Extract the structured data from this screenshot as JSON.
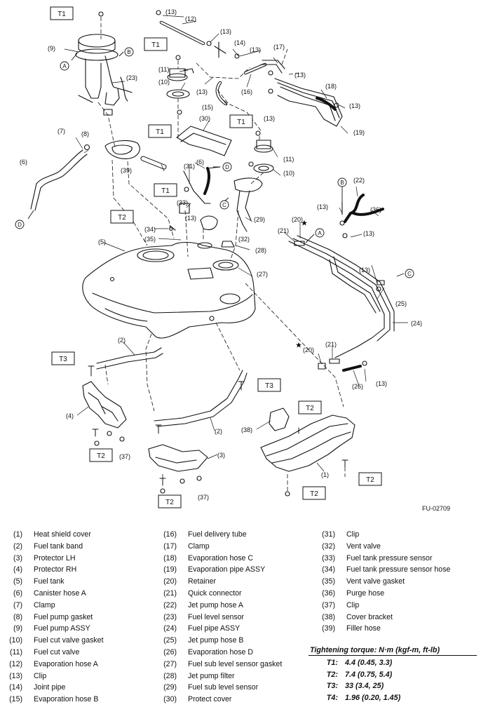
{
  "figure": {
    "code": "FU-02709"
  },
  "torque_tags": [
    "T1",
    "T2",
    "T3"
  ],
  "callouts": [
    "(1)",
    "(2)",
    "(3)",
    "(4)",
    "(5)",
    "(6)",
    "(7)",
    "(8)",
    "(9)",
    "(10)",
    "(11)",
    "(12)",
    "(13)",
    "(14)",
    "(15)",
    "(16)",
    "(17)",
    "(18)",
    "(19)",
    "(20)",
    "(21)",
    "(22)",
    "(23)",
    "(24)",
    "(25)",
    "(26)",
    "(27)",
    "(28)",
    "(29)",
    "(30)",
    "(31)",
    "(32)",
    "(33)",
    "(34)",
    "(35)",
    "(36)",
    "(37)",
    "(38)",
    "(39)"
  ],
  "connectors": [
    "A",
    "B",
    "C",
    "D"
  ],
  "legend": {
    "col1": [
      {
        "num": "(1)",
        "label": "Heat shield cover"
      },
      {
        "num": "(2)",
        "label": "Fuel tank band"
      },
      {
        "num": "(3)",
        "label": "Protector LH"
      },
      {
        "num": "(4)",
        "label": "Protector RH"
      },
      {
        "num": "(5)",
        "label": "Fuel tank"
      },
      {
        "num": "(6)",
        "label": "Canister hose A"
      },
      {
        "num": "(7)",
        "label": "Clamp"
      },
      {
        "num": "(8)",
        "label": "Fuel pump gasket"
      },
      {
        "num": "(9)",
        "label": "Fuel pump ASSY"
      },
      {
        "num": "(10)",
        "label": "Fuel cut valve gasket"
      },
      {
        "num": "(11)",
        "label": "Fuel cut valve"
      },
      {
        "num": "(12)",
        "label": "Evaporation hose A"
      },
      {
        "num": "(13)",
        "label": "Clip"
      },
      {
        "num": "(14)",
        "label": "Joint pipe"
      },
      {
        "num": "(15)",
        "label": "Evaporation hose B"
      }
    ],
    "col2": [
      {
        "num": "(16)",
        "label": "Fuel delivery tube"
      },
      {
        "num": "(17)",
        "label": "Clamp"
      },
      {
        "num": "(18)",
        "label": "Evaporation hose C"
      },
      {
        "num": "(19)",
        "label": "Evaporation pipe ASSY"
      },
      {
        "num": "(20)",
        "label": "Retainer"
      },
      {
        "num": "(21)",
        "label": "Quick connector"
      },
      {
        "num": "(22)",
        "label": "Jet pump hose A"
      },
      {
        "num": "(23)",
        "label": "Fuel level sensor"
      },
      {
        "num": "(24)",
        "label": "Fuel pipe ASSY"
      },
      {
        "num": "(25)",
        "label": "Jet pump hose B"
      },
      {
        "num": "(26)",
        "label": "Evaporation hose D"
      },
      {
        "num": "(27)",
        "label": "Fuel sub level sensor gasket"
      },
      {
        "num": "(28)",
        "label": "Jet pump filter"
      },
      {
        "num": "(29)",
        "label": "Fuel sub level sensor"
      },
      {
        "num": "(30)",
        "label": "Protect cover"
      }
    ],
    "col3": [
      {
        "num": "(31)",
        "label": "Clip"
      },
      {
        "num": "(32)",
        "label": "Vent valve"
      },
      {
        "num": "(33)",
        "label": "Fuel tank pressure sensor"
      },
      {
        "num": "(34)",
        "label": "Fuel tank pressure sensor hose"
      },
      {
        "num": "(35)",
        "label": "Vent valve gasket"
      },
      {
        "num": "(36)",
        "label": "Purge hose"
      },
      {
        "num": "(37)",
        "label": "Clip"
      },
      {
        "num": "(38)",
        "label": "Cover bracket"
      },
      {
        "num": "(39)",
        "label": "Filler hose"
      }
    ]
  },
  "torque": {
    "title": "Tightening torque: N·m (kgf-m, ft-lb)",
    "rows": [
      {
        "key": "T1:",
        "value": "4.4 (0.45, 3.3)"
      },
      {
        "key": "T2:",
        "value": "7.4 (0.75, 5.4)"
      },
      {
        "key": "T3:",
        "value": "33 (3.4, 25)"
      },
      {
        "key": "T4:",
        "value": "1.96 (0.20, 1.45)"
      }
    ]
  }
}
